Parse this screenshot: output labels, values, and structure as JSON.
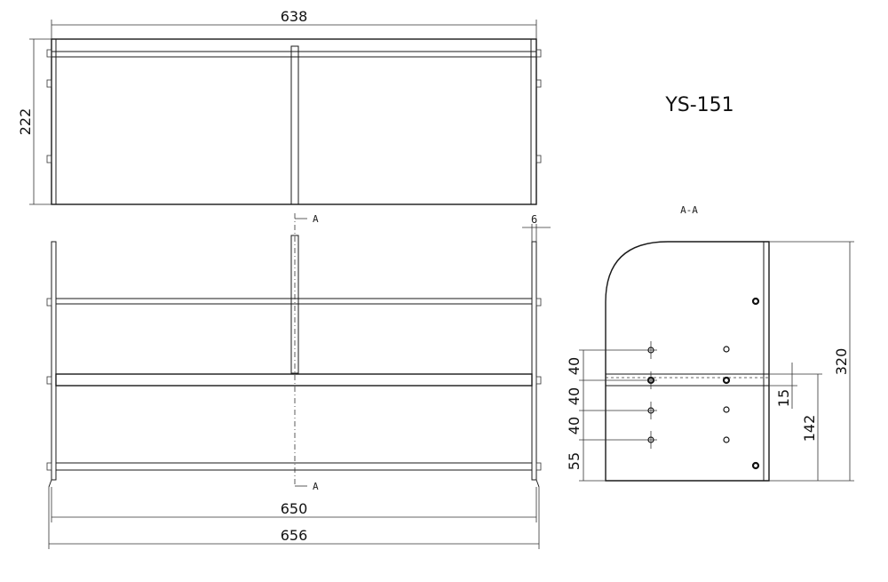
{
  "model": "YS-151",
  "section_label": "A-A",
  "cut_marker": "A",
  "dimensions": {
    "top_width": "638",
    "top_height": "222",
    "inner_width": "650",
    "overall_width": "656",
    "thickness": "6",
    "side_height": "320",
    "shelf_height": "142",
    "shelf_thickness": "15",
    "hole_spacing_1": "40",
    "hole_spacing_2": "40",
    "hole_spacing_3": "40",
    "hole_bottom_offset": "55"
  }
}
